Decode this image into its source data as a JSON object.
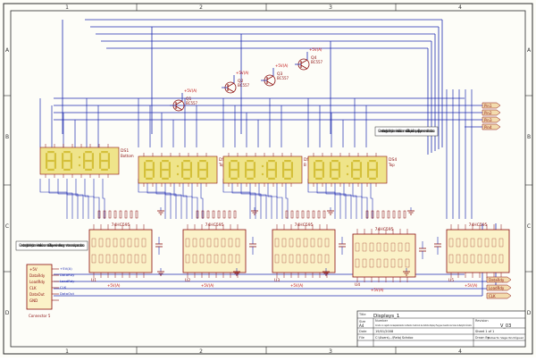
{
  "frame": {
    "cols": [
      "1",
      "2",
      "3",
      "4"
    ],
    "rows": [
      "A",
      "B",
      "C",
      "D"
    ]
  },
  "colors": {
    "wire": "#1e2bb0",
    "bus": "#243ad0",
    "part": "#8a0d0d",
    "segment": "#d4c03a",
    "segment_off": "#efe48a",
    "power": "#c01010",
    "border": "#2a2a2a",
    "bg": "#fdfdf8"
  },
  "displays": [
    {
      "ref": "DS1",
      "digits": "88:88",
      "value": "Bottom"
    },
    {
      "ref": "DS2",
      "digits": "88:88",
      "value": "Top"
    },
    {
      "ref": "DS3",
      "digits": "88:88",
      "value": "B"
    },
    {
      "ref": "DS4",
      "digits": "88:88",
      "value": "Top"
    }
  ],
  "transistors": [
    {
      "ref": "Q1",
      "value": "BC557"
    },
    {
      "ref": "Q2",
      "value": "BC557"
    },
    {
      "ref": "Q3",
      "value": "BC557"
    },
    {
      "ref": "Q4",
      "value": "BC557"
    }
  ],
  "shift_registers": [
    {
      "ref": "U1",
      "label": "74HC595"
    },
    {
      "ref": "U2",
      "label": "74HC595"
    },
    {
      "ref": "U3",
      "label": "74HC595"
    },
    {
      "ref": "U4",
      "label": "74HC595"
    },
    {
      "ref": "U5",
      "label": "74HC595"
    }
  ],
  "ports": [
    {
      "label": "Pin1"
    },
    {
      "label": "Pin2"
    },
    {
      "label": "Pin3"
    },
    {
      "label": "Pin4"
    }
  ],
  "right_ports": [
    {
      "label": "DataRdy"
    },
    {
      "label": "LoadRdy"
    },
    {
      "label": "CLK"
    }
  ],
  "connector": {
    "ref": "Connector 5",
    "pins": [
      "+5V",
      "DataRdy",
      "LoadRdy",
      "CLK",
      "DataOut",
      "GND"
    ],
    "nets": [
      "+5V(A)",
      "DataRdy",
      "LoadRdy",
      "CLK",
      "DataOut"
    ]
  },
  "notes": {
    "left": "Con estos registro de desplazamiento direccionamos los 3 bits que encienden los segmentos necesarios para cada caso",
    "right": "Con este otro registro de desplazamiento direccionamos los 3 bits que indican que display se encenderá cada caso"
  },
  "title_block": {
    "title_label": "Title",
    "title": "Displays_1",
    "size_label": "Size",
    "size": "A4",
    "number_label": "Number",
    "number": "Circuito con registro de desplazamiento invirtiendo mostrando los distintos Display 7Seg que muestran los horas de Reloj/Cronómetro",
    "revision_label": "Revision",
    "revision": "V_03",
    "date_label": "Date",
    "date": "19/01/2008",
    "file_label": "File",
    "file": "C:\\Users\\...\\Reloj Schdoc",
    "sheet_label": "Sheet 1 of 1",
    "drawn_label": "Drawn By:",
    "drawn": "Roberto Vega Rodríguez"
  }
}
